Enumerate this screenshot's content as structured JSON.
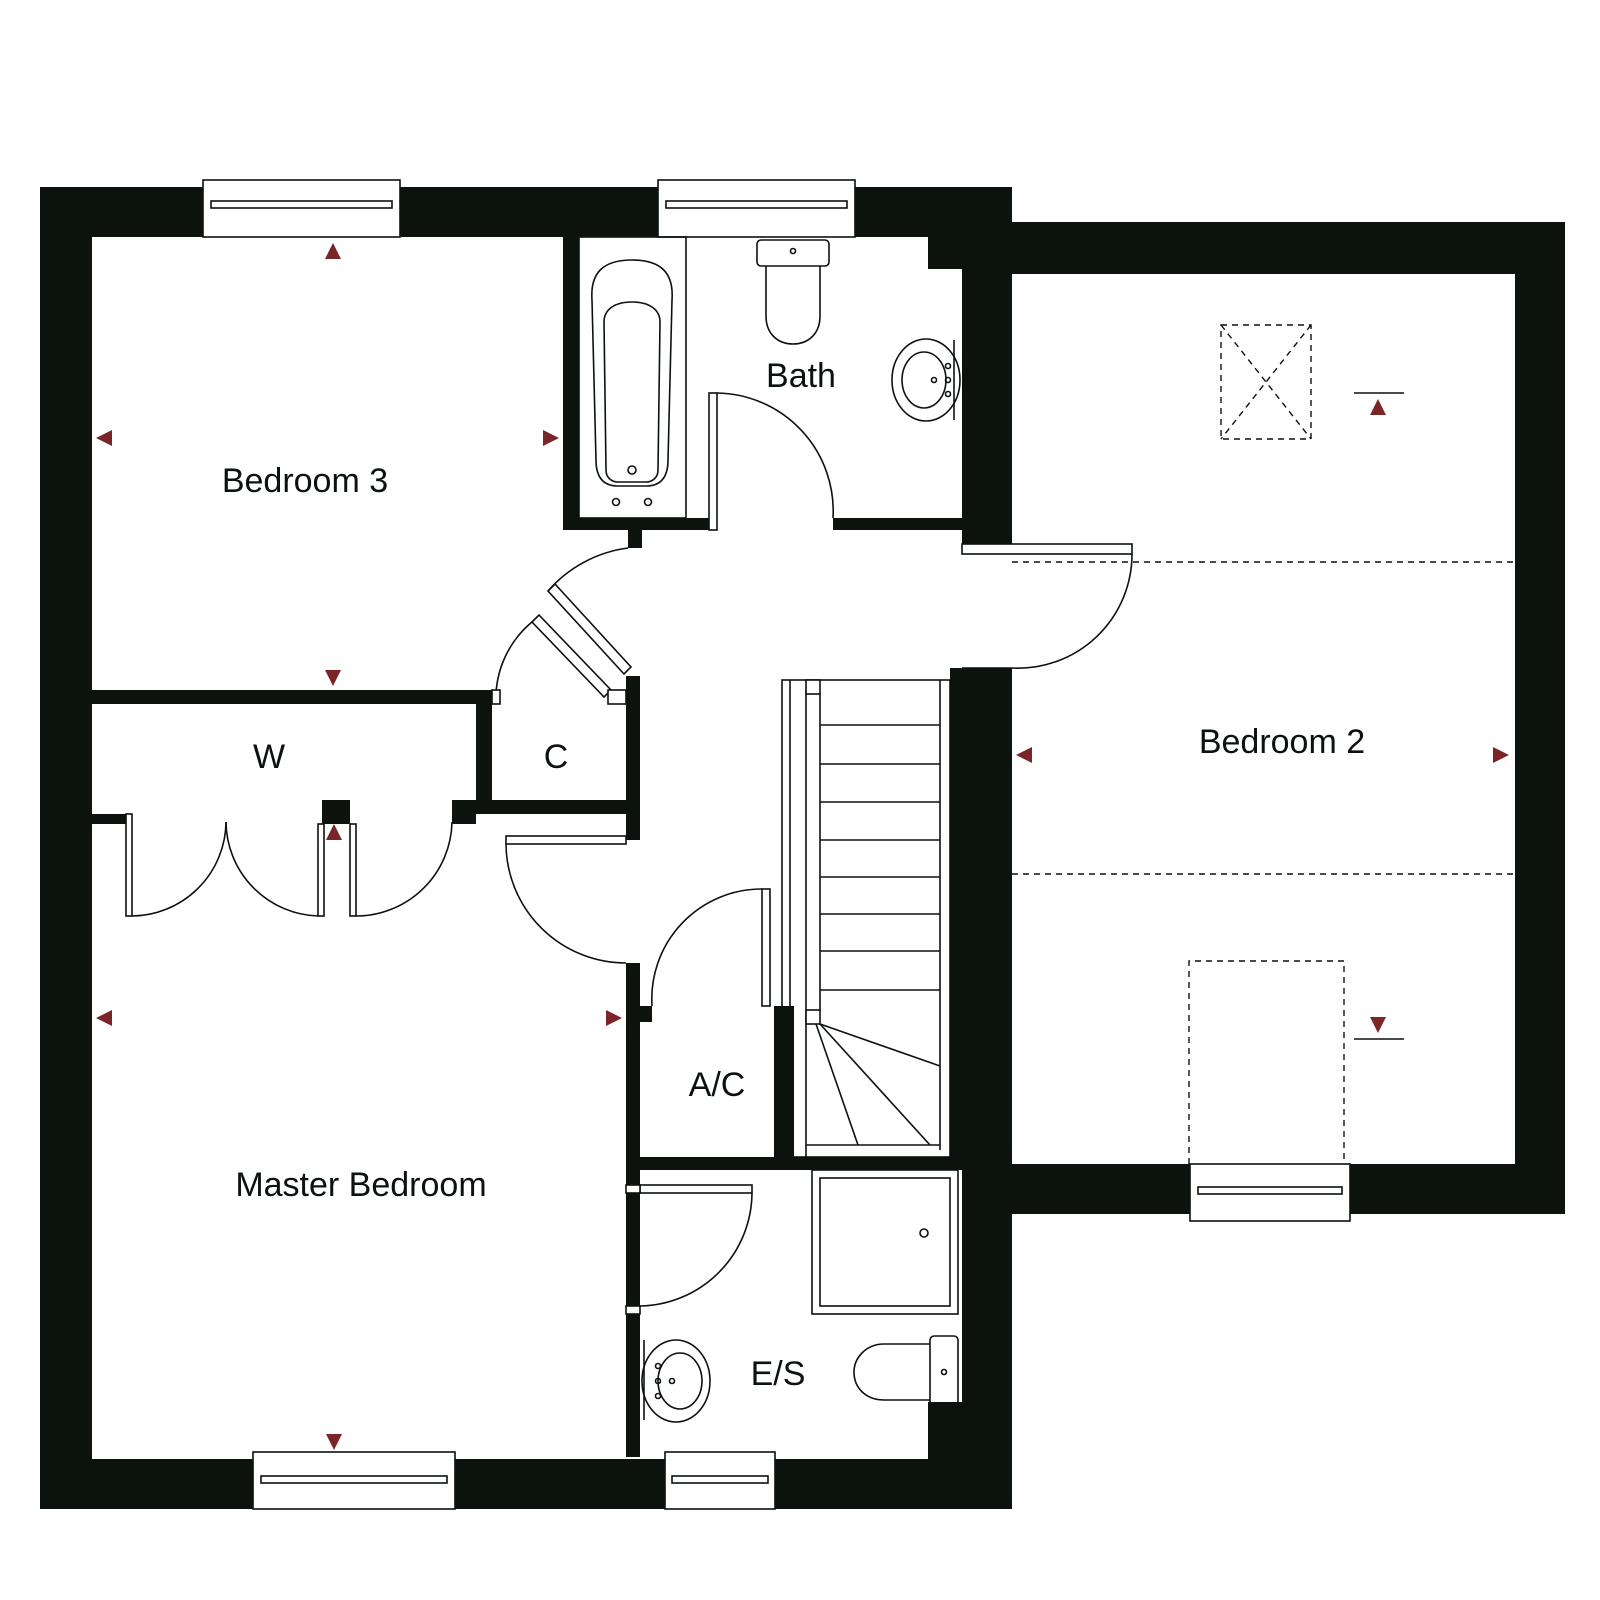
{
  "rooms": {
    "bedroom_3": "Bedroom 3",
    "bath": "Bath",
    "bedroom_2": "Bedroom 2",
    "wardrobe": "W",
    "cupboard": "C",
    "airing_cupboard": "A/C",
    "master_bedroom": "Master Bedroom",
    "ensuite": "E/S"
  },
  "colors": {
    "wall": "#0c120e",
    "dimension_marker": "#7a2527",
    "background": "#ffffff"
  }
}
